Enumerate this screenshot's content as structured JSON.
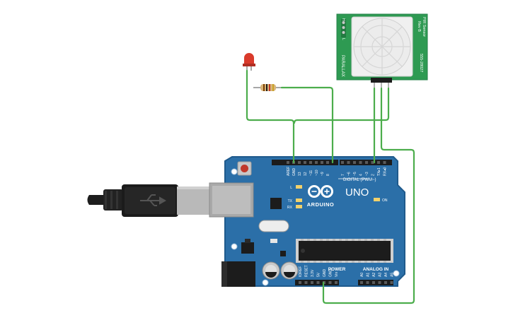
{
  "arduino": {
    "brand": "ARDUINO",
    "model": "UNO",
    "digital_header_label": "DIGITAL (PWM~)",
    "power_label": "POWER",
    "analog_label": "ANALOG IN",
    "on_label": "ON",
    "led_l": "L",
    "led_tx": "TX",
    "led_rx": "RX",
    "digital_pins": [
      "AREF",
      "GND",
      "13",
      "12",
      "~11",
      "~10",
      "~9",
      "8",
      "7",
      "~6",
      "~5",
      "4",
      "~3",
      "2",
      "TX▸1",
      "RX◂0"
    ],
    "power_pins": [
      "IOREF",
      "RESET",
      "3.3V",
      "5V",
      "GND",
      "GND",
      "Vin"
    ],
    "analog_pins": [
      "A0",
      "A1",
      "A2",
      "A3",
      "A4",
      "A5"
    ]
  },
  "pir_sensor": {
    "maker": "PARALLAX",
    "part": "555-28027",
    "name": "PIR Sensor",
    "rev": "Rev B",
    "jumper_h": "H",
    "jumper_l": "L"
  },
  "colors": {
    "board": "#2b6fa8",
    "board_dark": "#1f5a8c",
    "wire": "#4cad4c",
    "pir_pcb": "#2e9a52",
    "led": "#d93a2b"
  }
}
